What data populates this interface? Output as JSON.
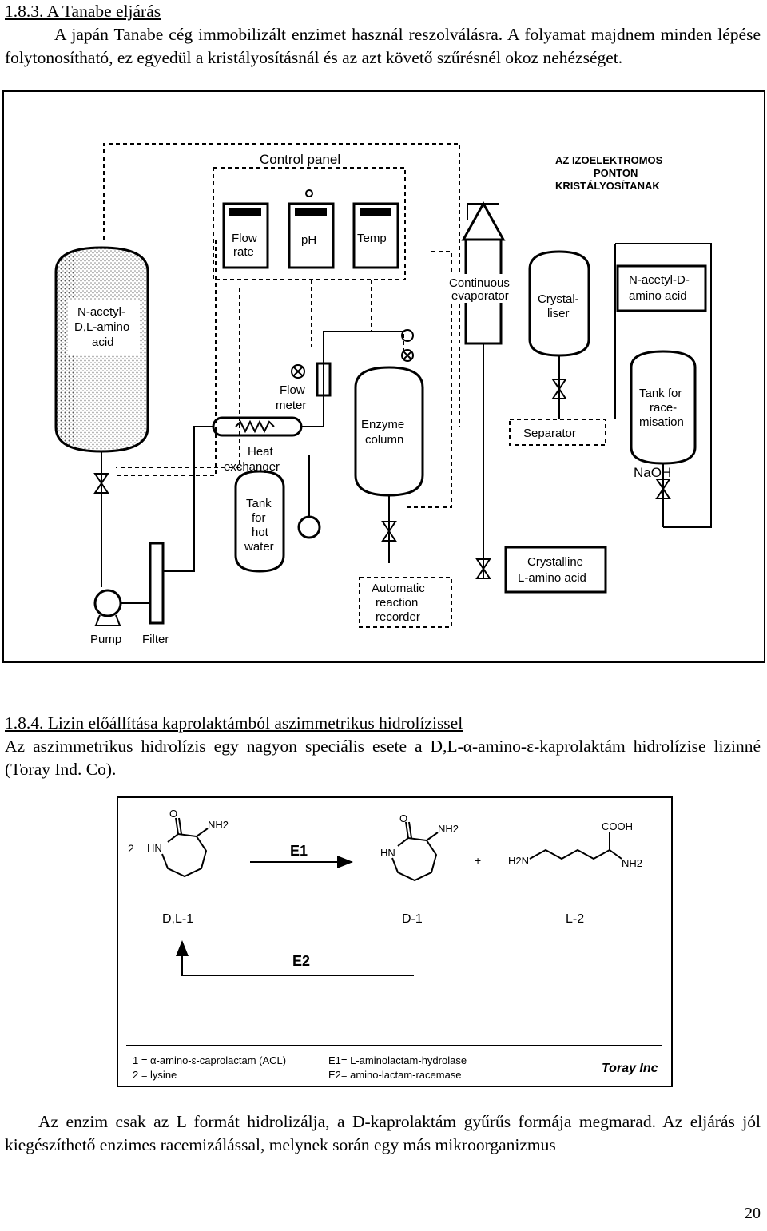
{
  "section1": {
    "heading": "1.8.3. A Tanabe eljárás",
    "para": "A japán Tanabe cég immobilizált enzimet használ reszolválásra. A folyamat majdnem minden lépése folytonosítható, ez egyedül a kristályosításnál és az azt követő szűrésnél okoz nehézséget."
  },
  "diagram1": {
    "control_panel": "Control panel",
    "title_line1": "AZ IZOELEKTROMOS",
    "title_line2": "PONTON",
    "title_line3": "KRISTÁLYOSÍTANAK",
    "meter1_line1": "Flow",
    "meter1_line2": "rate",
    "meter2": "pH",
    "meter3": "Temp",
    "tank1_line1": "N-acetyl-",
    "tank1_line2": "D,L-amino",
    "tank1_line3": "acid",
    "evap_line1": "Continuous",
    "evap_line2": "evaporator",
    "cryst_line1": "Crystal-",
    "cryst_line2": "liser",
    "nacd_line1": "N-acetyl-D-",
    "nacd_line2": "amino acid",
    "flow_line1": "Flow",
    "flow_line2": "meter",
    "enz_line1": "Enzyme",
    "enz_line2": "column",
    "heat_line1": "Heat",
    "heat_line2": "exchanger",
    "hot_line1": "Tank",
    "hot_line2": "for",
    "hot_line3": "hot",
    "hot_line4": "water",
    "race_line1": "Tank for",
    "race_line2": "race-",
    "race_line3": "misation",
    "separator": "Separator",
    "naoh": "NaOH",
    "crl_line1": "Crystalline",
    "crl_line2": "L-amino acid",
    "rec_line1": "Automatic",
    "rec_line2": "reaction",
    "rec_line3": "recorder",
    "pump": "Pump",
    "filter": "Filter"
  },
  "section2": {
    "heading": "1.8.4. Lizin előállítása kaprolaktámból aszimmetrikus hidrolízissel",
    "para": "Az aszimmetrikus hidrolízis egy nagyon speciális esete a D,L-α-amino-ε-kaprolaktám hidrolízise lizinné (Toray Ind. Co)."
  },
  "diagram2": {
    "coef": "2",
    "o": "O",
    "hn": "HN",
    "nh2": "NH2",
    "cooh": "COOH",
    "h2n": "H2N",
    "plus": "+",
    "e1": "E1",
    "e2": "E2",
    "lab_dl": "D,L-1",
    "lab_d": "D-1",
    "lab_l": "L-2",
    "legend1": "1  = α-amino-ε-caprolactam (ACL)",
    "legend2": "2  = lysine",
    "legend3": "E1= L-aminolactam-hydrolase",
    "legend4": "E2= amino-lactam-racemase",
    "credit": "Toray Inc"
  },
  "closing": "Az enzim csak az L formát hidrolizálja, a D-kaprolaktám gyűrűs formája megmarad. Az eljárás jól kiegészíthető enzimes racemizálással, melynek során egy más mikroorganizmus",
  "page_number": "20"
}
